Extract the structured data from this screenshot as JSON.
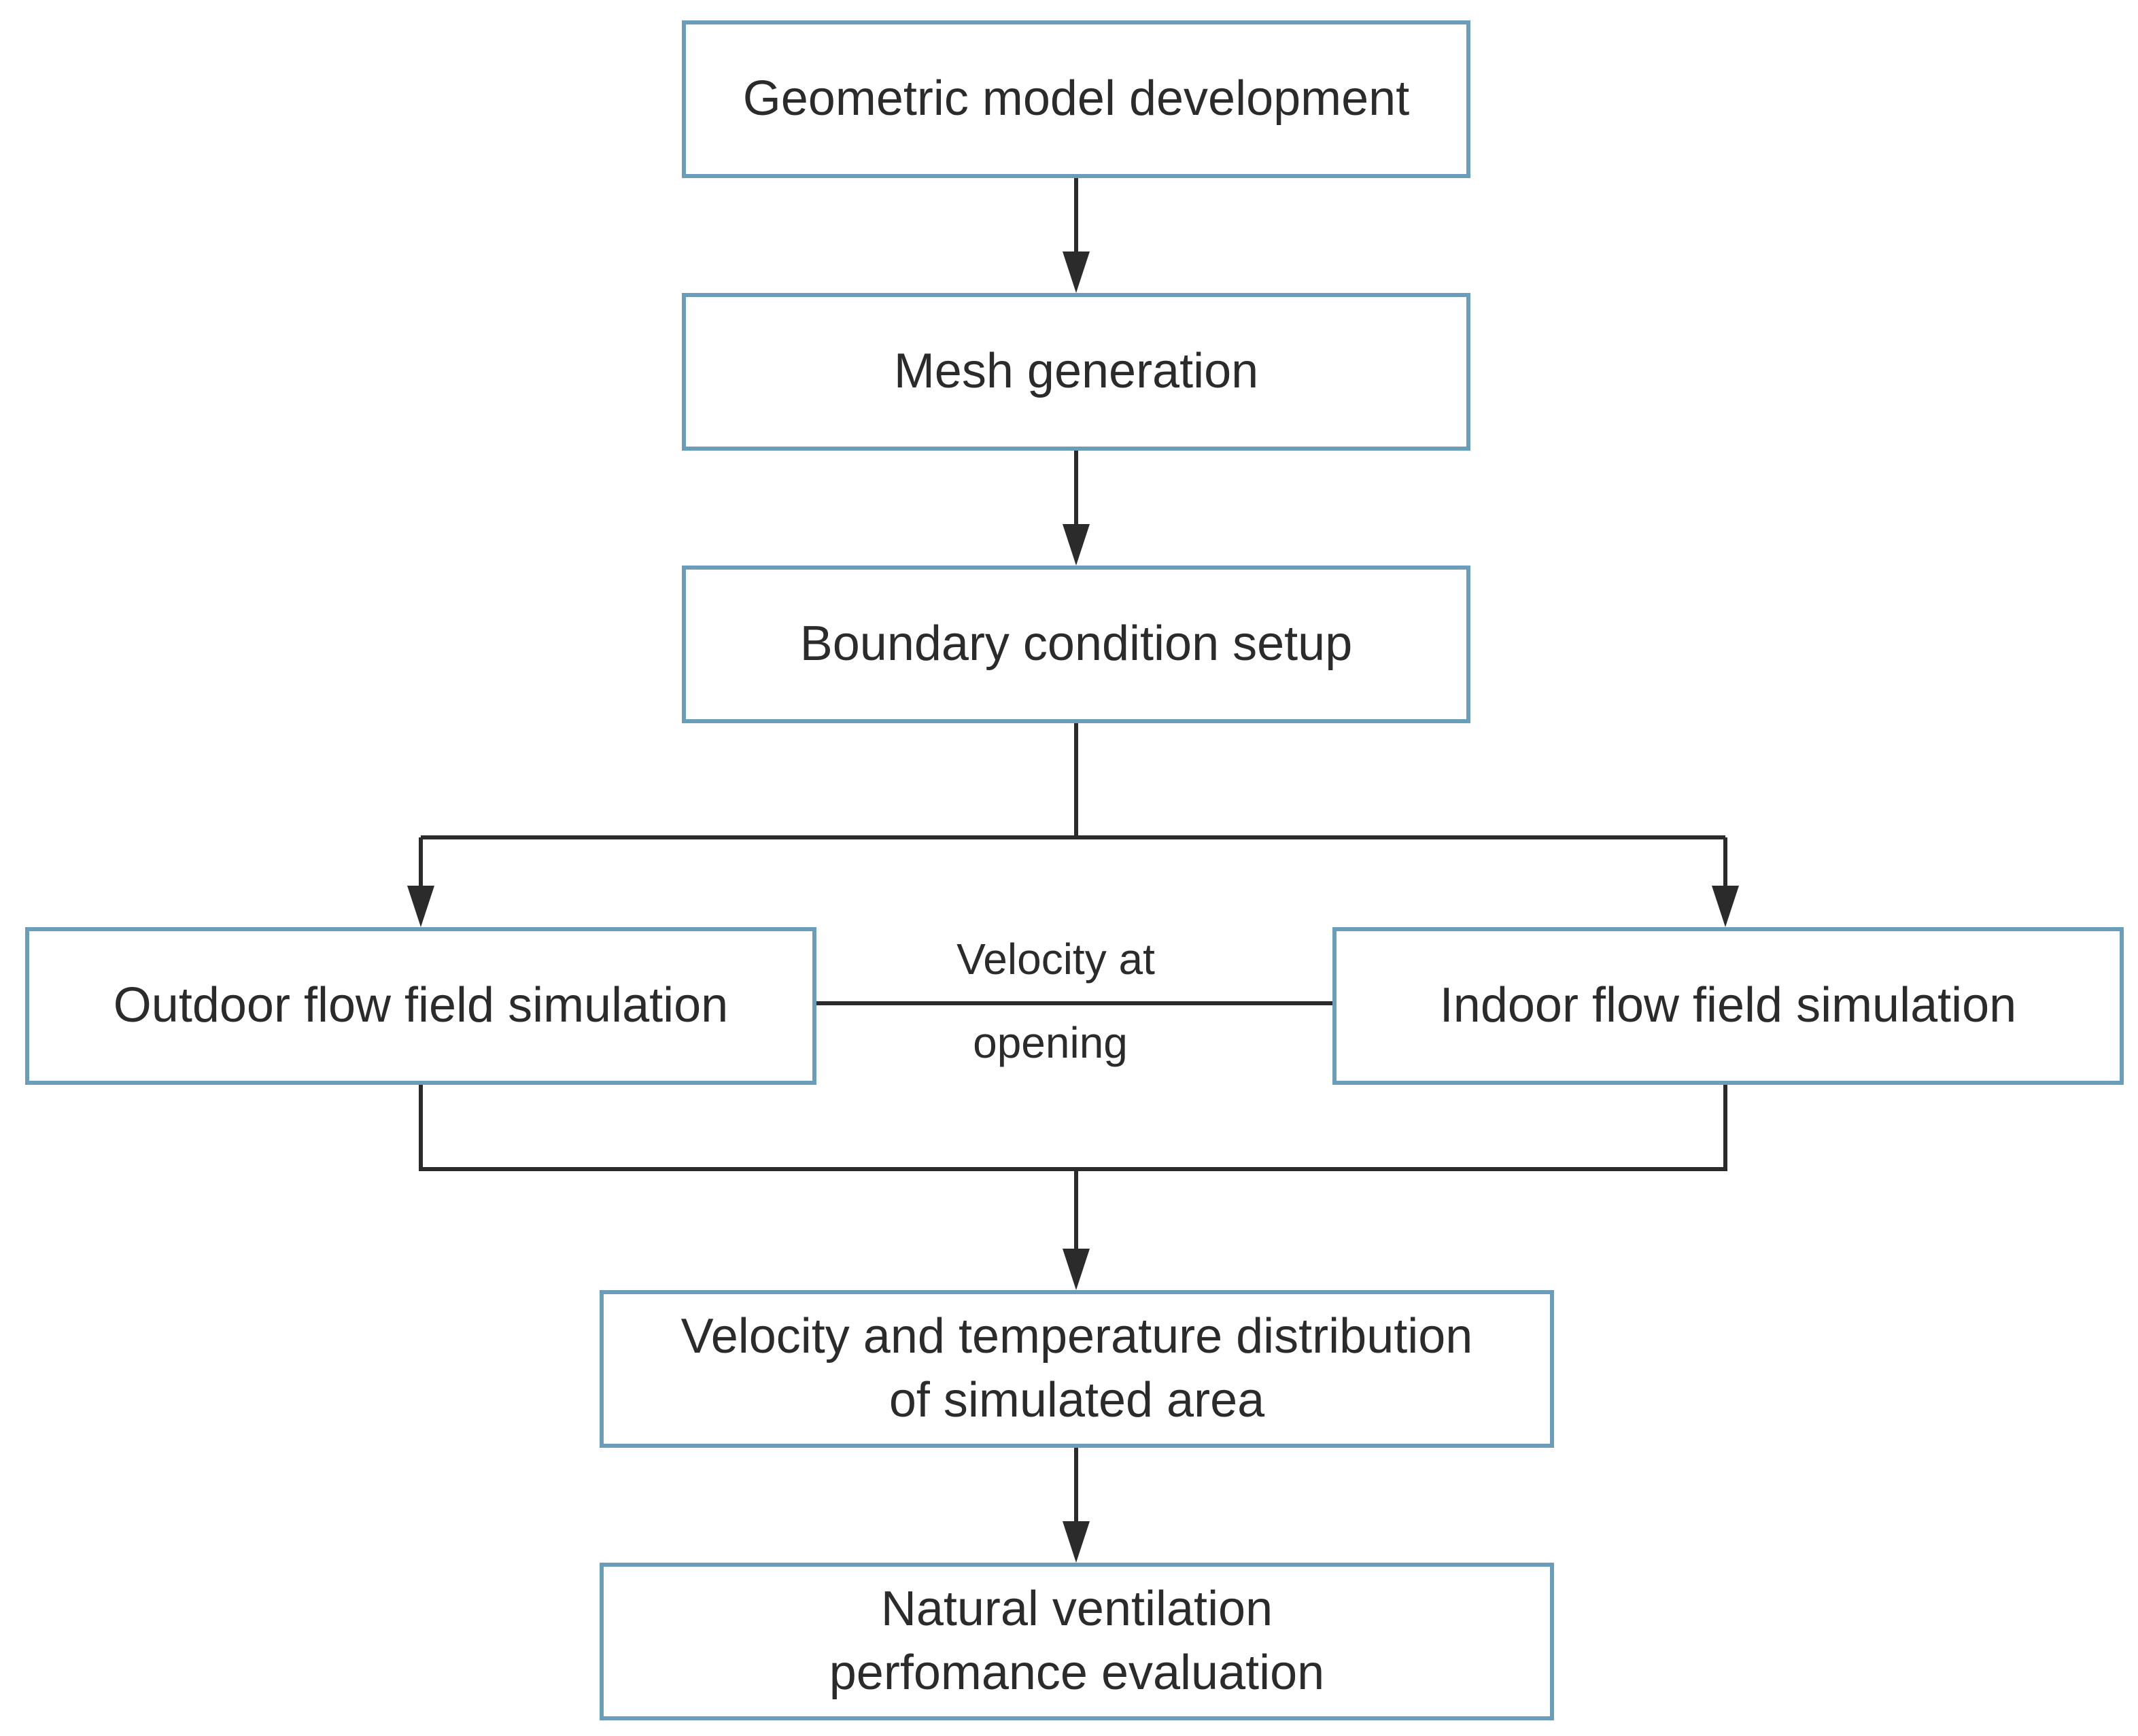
{
  "nodes": {
    "geometric_model": "Geometric model development",
    "mesh": "Mesh generation",
    "boundary": "Boundary condition setup",
    "outdoor": "Outdoor flow field simulation",
    "indoor": "Indoor flow field simulation",
    "distribution": "Velocity and temperature distribution\nof simulated area",
    "evaluation": "Natural ventilation\nperfomance evaluation"
  },
  "edge_label": {
    "line1": "Velocity at",
    "line2": "opening"
  },
  "colors": {
    "node_border": "#6a9cbc",
    "connector": "#2b2b2b",
    "text": "#2b2b2b"
  }
}
